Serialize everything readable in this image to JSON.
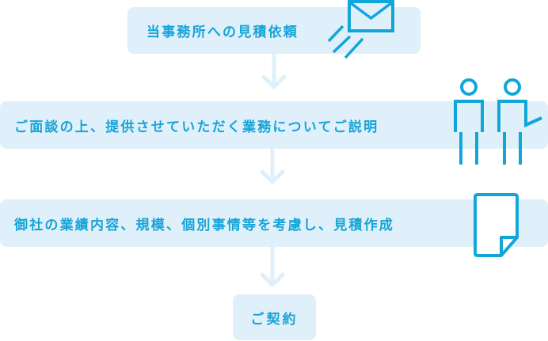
{
  "diagram": {
    "type": "flowchart",
    "direction": "top-to-bottom",
    "colors": {
      "box_background": "#dff0fa",
      "text": "#16a4d8",
      "icon": "#0fa7d9",
      "arrow": "#dff0fa"
    },
    "steps": [
      {
        "label": "当事務所への見積依頼",
        "icon": "envelope-icon"
      },
      {
        "label": "ご面談の上、提供させていただく業務についてご説明",
        "icon": "people-icon"
      },
      {
        "label": "御社の業績内容、規模、個別事情等を考慮し、見積作成",
        "icon": "document-icon"
      },
      {
        "label": "ご契約",
        "icon": null
      }
    ],
    "edges": [
      {
        "from": 0,
        "to": 1
      },
      {
        "from": 1,
        "to": 2
      },
      {
        "from": 2,
        "to": 3
      }
    ]
  }
}
